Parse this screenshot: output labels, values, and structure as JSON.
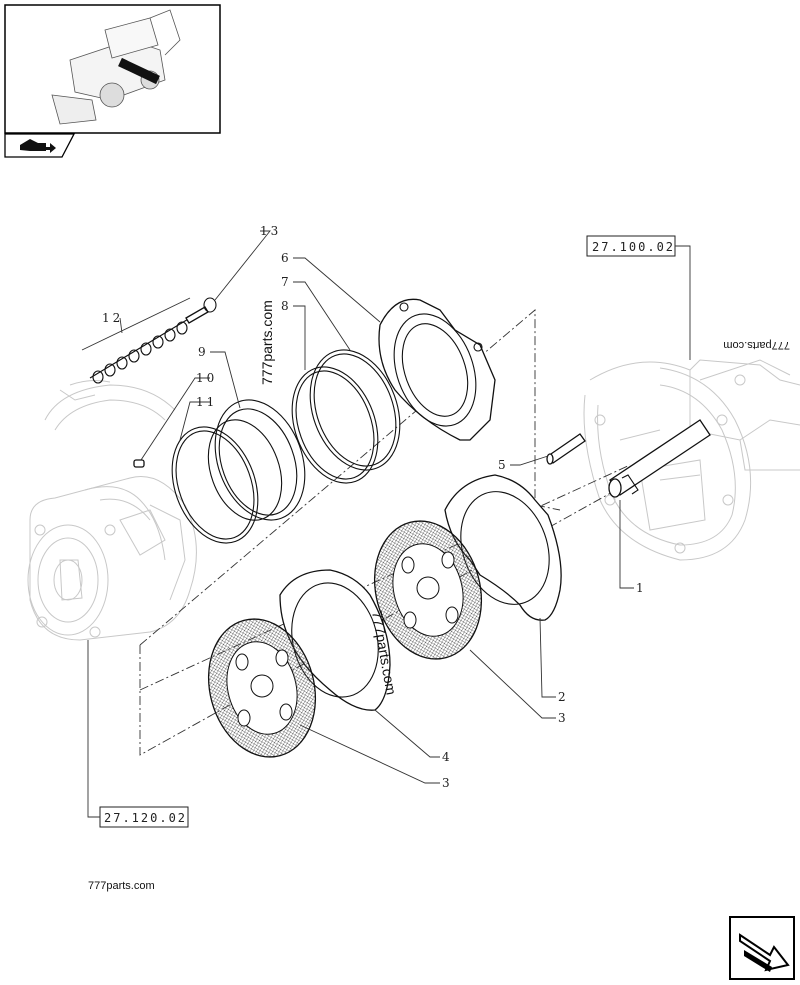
{
  "ref_boxes": {
    "top_right": "27.100.02",
    "bottom_left": "27.120.02"
  },
  "callouts": {
    "c1": "1",
    "c2": "2",
    "c3a": "3",
    "c3b": "3",
    "c4": "4",
    "c5": "5",
    "c6": "6",
    "c7": "7",
    "c8": "8",
    "c9": "9",
    "c10": "10",
    "c11": "11",
    "c12": "12",
    "c13": "13"
  },
  "watermarks": {
    "upper": "777parts.com",
    "mirrored": "777parts.com",
    "middle": "777parts.com",
    "footer": "777parts.com"
  },
  "icons": {
    "thumbnail": "backhoe-loader-thumbnail",
    "badge": "tractor-arrow-badge",
    "nav": "next-page-arrow-icon"
  }
}
